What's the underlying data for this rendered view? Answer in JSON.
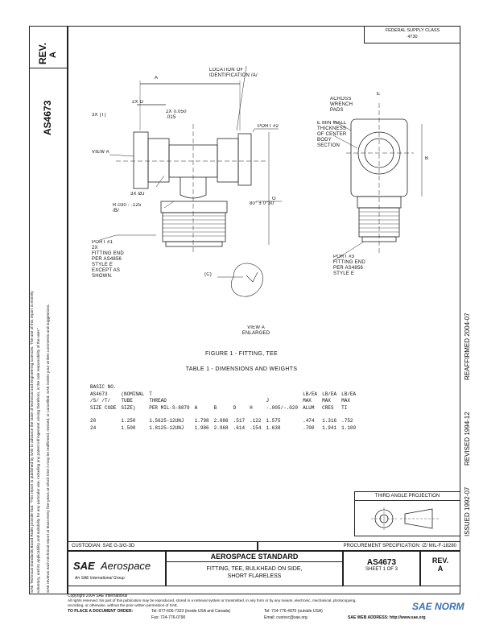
{
  "side_panel": {
    "rev_label": "REV.",
    "rev_value": "A",
    "doc_number": "AS4673",
    "rev_divider_note": ""
  },
  "federal_supply": {
    "label": "FEDERAL SUPPLY CLASS",
    "value": "4730"
  },
  "disclaimer_lines": [
    "SAE Technical Standards Board Rules provide that: \"This report is published by SAE to advance the state of technical and engineering sciences. The use of this report is entirely",
    "voluntary, and its applicability and suitability for any particular use, including any patent infringement arising therefrom, is the sole responsibility of the user.\"",
    "SAE reviews each technical report at least every five years at which time it may be reaffirmed, revised, or cancelled. SAE invites your written comments and suggestions."
  ],
  "right_margin": {
    "reaffirmed": "REAFFIRMED 2004-07",
    "revised": "REVISED 1994-12",
    "issued": "ISSUED 1992-07"
  },
  "figure_labels": {
    "location_ident": "LOCATION OF\nIDENTIFICATION /A/",
    "dim_a": "A",
    "dim_d": "2X D",
    "dim_t": "3X (T)",
    "dim_050": "2X 0.050\n.015",
    "port2": "PORT #2",
    "view_a": "VIEW A",
    "hole": "3X ØJ",
    "radius": "R.030 - .125\n/B/",
    "angle": "80° ± 0°30'",
    "port1": "PORT #1\n2X\nFITTING END\nPER AS4856\nSTYLE E\nEXCEPT AS\nSHOWN.",
    "dim_c": "(C)",
    "view_a_enlarged": "VIEW A\nENLARGED",
    "across_wrench": "ACROSS\nWRENCH\nPADS",
    "dim_e": "E",
    "minwall": "E MIN WALL\nTHICKNESS\nOF CENTER\nBODY\nSECTION",
    "dim_b": "B",
    "dim_g": "G",
    "port3": "PORT #3\nFITTING END\nPER AS4856\nSTYLE E"
  },
  "figure_caption": "FIGURE 1 - FITTING, TEE",
  "table_caption": "TABLE 1 - DIMENSIONS AND WEIGHTS",
  "table": {
    "header_rows": [
      [
        "BASIC NO.",
        "",
        "",
        "",
        "",
        "",
        "",
        "",
        "",
        "",
        ""
      ],
      [
        "AS4673",
        "(NOMINAL",
        "T",
        "",
        "",
        "",
        "",
        "",
        "LB/EA",
        "LB/EA",
        "LB/EA"
      ],
      [
        "/S/ /T/",
        "TUBE",
        "THREAD",
        "",
        "",
        "",
        "",
        "J",
        "MAX",
        "MAX",
        "MAX"
      ],
      [
        "SIZE CODE",
        "SIZE)",
        "PER MIL-S-8879",
        "A",
        "B",
        "D",
        "H",
        "-.005/-.020",
        "ALUM",
        "CRES",
        "TI"
      ]
    ],
    "rows": [
      [
        "20",
        "1.250",
        "1.5625-12UNJ",
        "1.798",
        "2.886",
        ".517",
        ".122",
        "1.575",
        ".474",
        "1.316",
        ".752"
      ],
      [
        "24",
        "1.500",
        "1.8125-12UNJ",
        "1.986",
        "2.968",
        ".614",
        ".154",
        "1.638",
        ".700",
        "1.941",
        "1.109"
      ]
    ]
  },
  "third_angle": "THIRD ANGLE PROJECTION",
  "title_block": {
    "custodian": "CUSTODIAN:  SAE G-3/G-3D",
    "procurement": "PROCUREMENT SPECIFICATION: /Z/ MIL-F-18280",
    "logo_sae": "SAE",
    "logo_aero": "Aerospace",
    "logo_tag": "An SAE International Group",
    "standard": "AEROSPACE STANDARD",
    "title": "FITTING, TEE, BULKHEAD ON SIDE,\nSHORT FLARELESS",
    "doc": "AS4673",
    "sheet": "SHEET 1 OF 3",
    "rev_label": "REV.",
    "rev_value": "A"
  },
  "footer": {
    "copyright": "Copyright 2004 SAE International",
    "rights": "All rights reserved. No part of this publication may be reproduced, stored in a retrieval system or transmitted, in any form or by any means, electronic, mechanical, photocopying,",
    "rights2": "recording, or otherwise, without the prior written permission of SAE.",
    "order_label": "TO PLACE A DOCUMENT ORDER:",
    "tel1": "Tel: 877-606-7323 (inside USA and Canada)",
    "tel2": "Tel: 724-776-4970 (outside USA)",
    "fax": "Fax: 724-776-0790",
    "email": "Email: custsvc@sae.org",
    "web": "SAE WEB ADDRESS: http://www.sae.org"
  },
  "watermark": "SAE NORM"
}
